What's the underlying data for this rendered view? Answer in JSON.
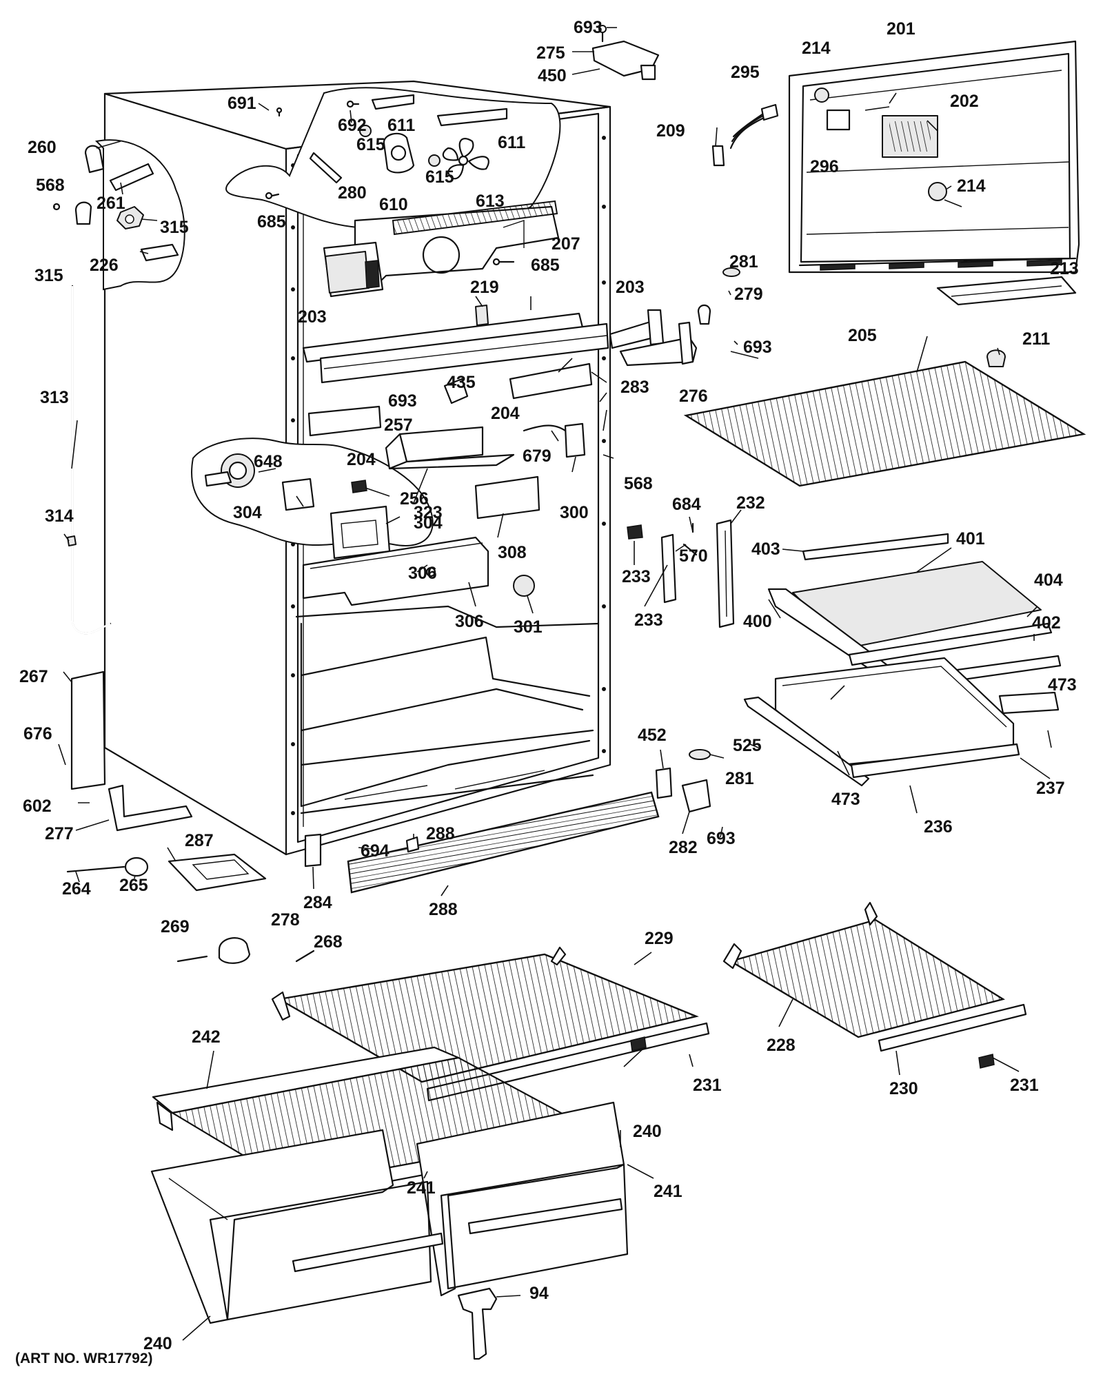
{
  "art_number": "(ART NO. WR17792)",
  "callouts": [
    "693",
    "275",
    "450",
    "691",
    "692",
    "611",
    "611",
    "615",
    "615",
    "610",
    "613",
    "280",
    "685",
    "260",
    "261",
    "568",
    "315",
    "315",
    "226",
    "207",
    "685",
    "201",
    "214",
    "295",
    "202",
    "209",
    "296",
    "214",
    "213",
    "281",
    "279",
    "693",
    "203",
    "203",
    "219",
    "283",
    "276",
    "205",
    "211",
    "693",
    "435",
    "204",
    "204",
    "257",
    "679",
    "568",
    "300",
    "648",
    "304",
    "256",
    "323",
    "304",
    "308",
    "306",
    "306",
    "301",
    "233",
    "684",
    "232",
    "570",
    "233",
    "403",
    "401",
    "400",
    "404",
    "402",
    "313",
    "314",
    "267",
    "676",
    "602",
    "277",
    "287",
    "264",
    "265",
    "284",
    "694",
    "288",
    "288",
    "452",
    "281",
    "282",
    "693",
    "525",
    "473",
    "473",
    "237",
    "236",
    "269",
    "278",
    "268",
    "229",
    "228",
    "242",
    "231",
    "230",
    "231",
    "240",
    "241",
    "241",
    "240",
    "94"
  ]
}
